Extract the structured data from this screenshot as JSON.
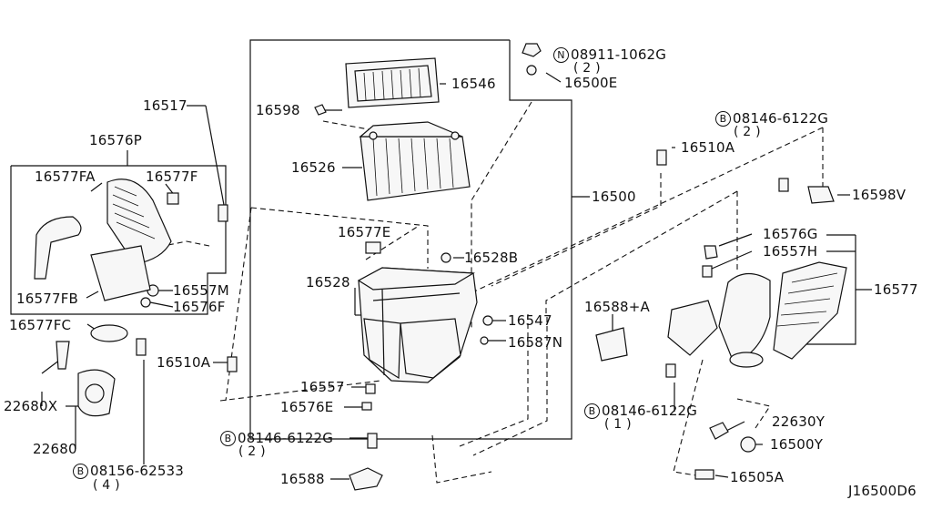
{
  "diagram_id": "J16500D6",
  "labels": {
    "p16517": "16517",
    "p16576P": "16576P",
    "p16577FA": "16577FA",
    "p16577F": "16577F",
    "p16577FB": "16577FB",
    "p16557M": "16557M",
    "p16576F": "16576F",
    "p16577FC": "16577FC",
    "p16510A_left": "16510A",
    "p22680X": "22680X",
    "p22680": "22680",
    "b08156": "08156-62533",
    "b08156_qty": "( 4 )",
    "p16598": "16598",
    "p16546": "16546",
    "p16526": "16526",
    "p16577E": "16577E",
    "p16528B": "16528B",
    "p16528": "16528",
    "p16547": "16547",
    "p16587N": "16587N",
    "p16557": "16557",
    "p16576E": "16576E",
    "b08146_bottom": "08146-6122G",
    "b08146_bottom_qty": "( 2 )",
    "p16588": "16588",
    "n08911": "08911-1062G",
    "n08911_qty": "( 2 )",
    "p16500E": "16500E",
    "p16500": "16500",
    "p16510A_right": "16510A",
    "b08146_top": "08146-6122G",
    "b08146_top_qty": "( 2 )",
    "p16598V": "16598V",
    "p16576G": "16576G",
    "p16557H": "16557H",
    "p16577": "16577",
    "p16588A": "16588+A",
    "b08146_mid": "08146-6122G",
    "b08146_mid_qty": "( 1 )",
    "p22630Y": "22630Y",
    "p16500Y": "16500Y",
    "p16505A": "16505A"
  },
  "symbols": {
    "bolt_prefix": "B",
    "nut_prefix": "N"
  }
}
